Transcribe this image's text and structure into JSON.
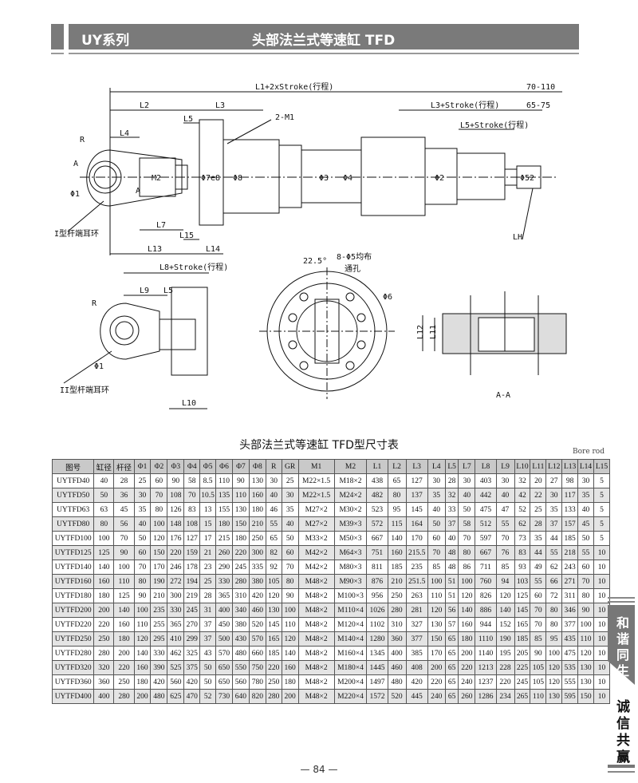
{
  "header": {
    "series": "UY系列",
    "title": "头部法兰式等速缸 TFD"
  },
  "drawing": {
    "main": {
      "overall": "L1+2xStroke(行程)",
      "tail_range": "70-110",
      "l2": "L2",
      "l3": "L3",
      "l3_stroke": "L3+Stroke(行程)",
      "tail_range2": "65-75",
      "l5": "L5",
      "m1": "2-M1",
      "l5_stroke": "L5+Stroke(行程)",
      "l4": "L4",
      "r": "R",
      "a1": "A",
      "a2": "A",
      "phi1": "Φ1",
      "m2": "M2",
      "phi7": "Φ7e8",
      "phi8": "Φ8",
      "phi3": "Φ3",
      "phi4": "Φ4",
      "phi2": "Φ2",
      "phi52": "Φ52",
      "l7": "L7",
      "l15": "L15",
      "l13": "L13",
      "l14": "L14",
      "lh": "LH",
      "eye1": "I型杆端耳环"
    },
    "eye2": {
      "l8_stroke": "L8+Stroke(行程)",
      "l9": "L9",
      "l5": "L5",
      "r": "R",
      "phi1": "Φ1",
      "label": "II型杆端耳环",
      "l10": "L10"
    },
    "flange": {
      "angle": "22.5°",
      "holes": "8-Φ5均布",
      "holes2": "通孔",
      "phi6": "Φ6"
    },
    "section": {
      "l12": "L12",
      "l11": "L11",
      "label": "A-A"
    }
  },
  "table": {
    "title": "头部法兰式等速缸  TFD型尺寸表",
    "note": "Bore rod",
    "headers": [
      "图号",
      "缸径",
      "杆径",
      "Φ1",
      "Φ2",
      "Φ3",
      "Φ4",
      "Φ5",
      "Φ6",
      "Φ7",
      "Φ8",
      "R",
      "GR",
      "M1",
      "M2",
      "L1",
      "L2",
      "L3",
      "L4",
      "L5",
      "L7",
      "L8",
      "L9",
      "L10",
      "L11",
      "L12",
      "L13",
      "L14",
      "L15"
    ],
    "rows": [
      [
        "UYTFD40",
        "40",
        "28",
        "25",
        "60",
        "90",
        "58",
        "8.5",
        "110",
        "90",
        "130",
        "30",
        "25",
        "M22×1.5",
        "M18×2",
        "438",
        "65",
        "127",
        "30",
        "28",
        "30",
        "403",
        "30",
        "32",
        "20",
        "27",
        "98",
        "30",
        "5"
      ],
      [
        "UYTFD50",
        "50",
        "36",
        "30",
        "70",
        "108",
        "70",
        "10.5",
        "135",
        "110",
        "160",
        "40",
        "30",
        "M22×1.5",
        "M24×2",
        "482",
        "80",
        "137",
        "35",
        "32",
        "40",
        "442",
        "40",
        "42",
        "22",
        "30",
        "117",
        "35",
        "5"
      ],
      [
        "UYTFD63",
        "63",
        "45",
        "35",
        "80",
        "126",
        "83",
        "13",
        "155",
        "130",
        "180",
        "46",
        "35",
        "M27×2",
        "M30×2",
        "523",
        "95",
        "145",
        "40",
        "33",
        "50",
        "475",
        "47",
        "52",
        "25",
        "35",
        "133",
        "40",
        "5"
      ],
      [
        "UYTFD80",
        "80",
        "56",
        "40",
        "100",
        "148",
        "108",
        "15",
        "180",
        "150",
        "210",
        "55",
        "40",
        "M27×2",
        "M39×3",
        "572",
        "115",
        "164",
        "50",
        "37",
        "58",
        "512",
        "55",
        "62",
        "28",
        "37",
        "157",
        "45",
        "5"
      ],
      [
        "UYTFD100",
        "100",
        "70",
        "50",
        "120",
        "176",
        "127",
        "17",
        "215",
        "180",
        "250",
        "65",
        "50",
        "M33×2",
        "M50×3",
        "667",
        "140",
        "170",
        "60",
        "40",
        "70",
        "597",
        "70",
        "73",
        "35",
        "44",
        "185",
        "50",
        "5"
      ],
      [
        "UYTFD125",
        "125",
        "90",
        "60",
        "150",
        "220",
        "159",
        "21",
        "260",
        "220",
        "300",
        "82",
        "60",
        "M42×2",
        "M64×3",
        "751",
        "160",
        "215.5",
        "70",
        "48",
        "80",
        "667",
        "76",
        "83",
        "44",
        "55",
        "218",
        "55",
        "10"
      ],
      [
        "UYTFD140",
        "140",
        "100",
        "70",
        "170",
        "246",
        "178",
        "23",
        "290",
        "245",
        "335",
        "92",
        "70",
        "M42×2",
        "M80×3",
        "811",
        "185",
        "235",
        "85",
        "48",
        "86",
        "711",
        "85",
        "93",
        "49",
        "62",
        "243",
        "60",
        "10"
      ],
      [
        "UYTFD160",
        "160",
        "110",
        "80",
        "190",
        "272",
        "194",
        "25",
        "330",
        "280",
        "380",
        "105",
        "80",
        "M48×2",
        "M90×3",
        "876",
        "210",
        "251.5",
        "100",
        "51",
        "100",
        "760",
        "94",
        "103",
        "55",
        "66",
        "271",
        "70",
        "10"
      ],
      [
        "UYTFD180",
        "180",
        "125",
        "90",
        "210",
        "300",
        "219",
        "28",
        "365",
        "310",
        "420",
        "120",
        "90",
        "M48×2",
        "M100×3",
        "956",
        "250",
        "263",
        "110",
        "51",
        "120",
        "826",
        "120",
        "125",
        "60",
        "72",
        "311",
        "80",
        "10"
      ],
      [
        "UYTFD200",
        "200",
        "140",
        "100",
        "235",
        "330",
        "245",
        "31",
        "400",
        "340",
        "460",
        "130",
        "100",
        "M48×2",
        "M110×4",
        "1026",
        "280",
        "281",
        "120",
        "56",
        "140",
        "886",
        "140",
        "145",
        "70",
        "80",
        "346",
        "90",
        "10"
      ],
      [
        "UYTFD220",
        "220",
        "160",
        "110",
        "255",
        "365",
        "270",
        "37",
        "450",
        "380",
        "520",
        "145",
        "110",
        "M48×2",
        "M120×4",
        "1102",
        "310",
        "327",
        "130",
        "57",
        "160",
        "944",
        "152",
        "165",
        "70",
        "80",
        "377",
        "100",
        "10"
      ],
      [
        "UYTFD250",
        "250",
        "180",
        "120",
        "295",
        "410",
        "299",
        "37",
        "500",
        "430",
        "570",
        "165",
        "120",
        "M48×2",
        "M140×4",
        "1280",
        "360",
        "377",
        "150",
        "65",
        "180",
        "1110",
        "190",
        "185",
        "85",
        "95",
        "435",
        "110",
        "10"
      ],
      [
        "UYTFD280",
        "280",
        "200",
        "140",
        "330",
        "462",
        "325",
        "43",
        "570",
        "480",
        "660",
        "185",
        "140",
        "M48×2",
        "M160×4",
        "1345",
        "400",
        "385",
        "170",
        "65",
        "200",
        "1140",
        "195",
        "205",
        "90",
        "100",
        "475",
        "120",
        "10"
      ],
      [
        "UYTFD320",
        "320",
        "220",
        "160",
        "390",
        "525",
        "375",
        "50",
        "650",
        "550",
        "750",
        "220",
        "160",
        "M48×2",
        "M180×4",
        "1445",
        "460",
        "408",
        "200",
        "65",
        "220",
        "1213",
        "228",
        "225",
        "105",
        "120",
        "535",
        "130",
        "10"
      ],
      [
        "UYTFD360",
        "360",
        "250",
        "180",
        "420",
        "560",
        "420",
        "50",
        "650",
        "560",
        "780",
        "250",
        "180",
        "M48×2",
        "M200×4",
        "1497",
        "480",
        "420",
        "220",
        "65",
        "240",
        "1237",
        "220",
        "245",
        "105",
        "120",
        "555",
        "130",
        "10"
      ],
      [
        "UYTFD400",
        "400",
        "280",
        "200",
        "480",
        "625",
        "470",
        "52",
        "730",
        "640",
        "820",
        "280",
        "200",
        "M48×2",
        "M220×4",
        "1572",
        "520",
        "445",
        "240",
        "65",
        "260",
        "1286",
        "234",
        "265",
        "110",
        "130",
        "595",
        "150",
        "10"
      ]
    ]
  },
  "side": {
    "flag": "和谐同生",
    "motto": "诚信共赢"
  },
  "page_number": "— 84 —"
}
